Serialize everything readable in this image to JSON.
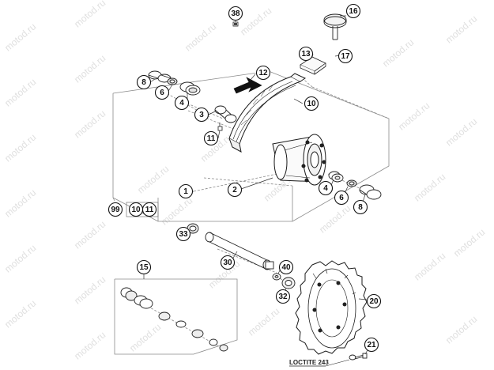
{
  "watermark": "motod.ru",
  "callouts": [
    {
      "id": "38",
      "label": "38"
    },
    {
      "id": "16",
      "label": "16"
    },
    {
      "id": "13",
      "label": "13"
    },
    {
      "id": "17",
      "label": "17"
    },
    {
      "id": "12",
      "label": "12"
    },
    {
      "id": "8a",
      "label": "8"
    },
    {
      "id": "6a",
      "label": "6"
    },
    {
      "id": "4a",
      "label": "4"
    },
    {
      "id": "3",
      "label": "3"
    },
    {
      "id": "10",
      "label": "10"
    },
    {
      "id": "11",
      "label": "11"
    },
    {
      "id": "1",
      "label": "1"
    },
    {
      "id": "2",
      "label": "2"
    },
    {
      "id": "4b",
      "label": "4"
    },
    {
      "id": "6b",
      "label": "6"
    },
    {
      "id": "8b",
      "label": "8"
    },
    {
      "id": "99",
      "label": "99"
    },
    {
      "id": "10b",
      "label": "10"
    },
    {
      "id": "11b",
      "label": "11"
    },
    {
      "id": "33",
      "label": "33"
    },
    {
      "id": "30",
      "label": "30"
    },
    {
      "id": "40",
      "label": "40"
    },
    {
      "id": "15",
      "label": "15"
    },
    {
      "id": "32",
      "label": "32"
    },
    {
      "id": "20",
      "label": "20"
    },
    {
      "id": "21",
      "label": "21"
    }
  ],
  "note": "LOCTITE 243"
}
